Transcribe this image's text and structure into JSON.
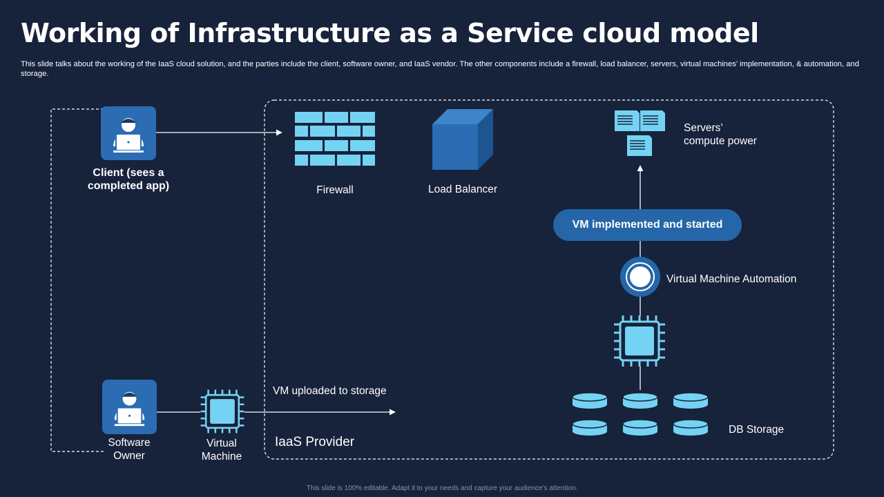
{
  "header": {
    "title": "Working of Infrastructure as a Service cloud model",
    "subtitle": "This slide talks about the working of the IaaS cloud solution, and the parties include the client, software owner, and IaaS vendor. The other components include a firewall, load balancer, servers, virtual machines’ implementation, & automation, and storage."
  },
  "diagram": {
    "client": {
      "line1": "Client (sees a",
      "line2": "completed app)",
      "icon": "person-laptop-icon"
    },
    "software_owner": {
      "line1": "Software",
      "line2": "Owner",
      "icon": "person-laptop-icon"
    },
    "virtual_machine": {
      "line1": "Virtual",
      "line2": "Machine",
      "icon": "cpu-chip-icon"
    },
    "vm_uploaded": "VM uploaded to storage",
    "iaas_provider": "IaaS Provider",
    "firewall": {
      "label": "Firewall",
      "icon": "brick-wall-icon"
    },
    "load_balancer": {
      "label": "Load Balancer",
      "icon": "cube-icon"
    },
    "servers": {
      "line1": "Servers’",
      "line2": "compute power",
      "icon": "server-documents-icon"
    },
    "vm_started": "VM implemented and started",
    "vm_automation": {
      "label": "Virtual Machine Automation",
      "icon": "ring-icon"
    },
    "processor": {
      "icon": "cpu-chip-icon"
    },
    "db_storage": {
      "label": "DB Storage",
      "icon": "database-icon"
    }
  },
  "colors": {
    "background": "#17223b",
    "tile_blue": "#2b6cb3",
    "accent_light": "#74d3f3",
    "pill_blue": "#2566a8",
    "cube_front": "#2b6cb3",
    "cube_top": "#3f83c8",
    "cube_side": "#1e548f"
  },
  "footer": {
    "note": "This slide is 100% editable. Adapt it to your needs and capture your audience’s attention."
  }
}
